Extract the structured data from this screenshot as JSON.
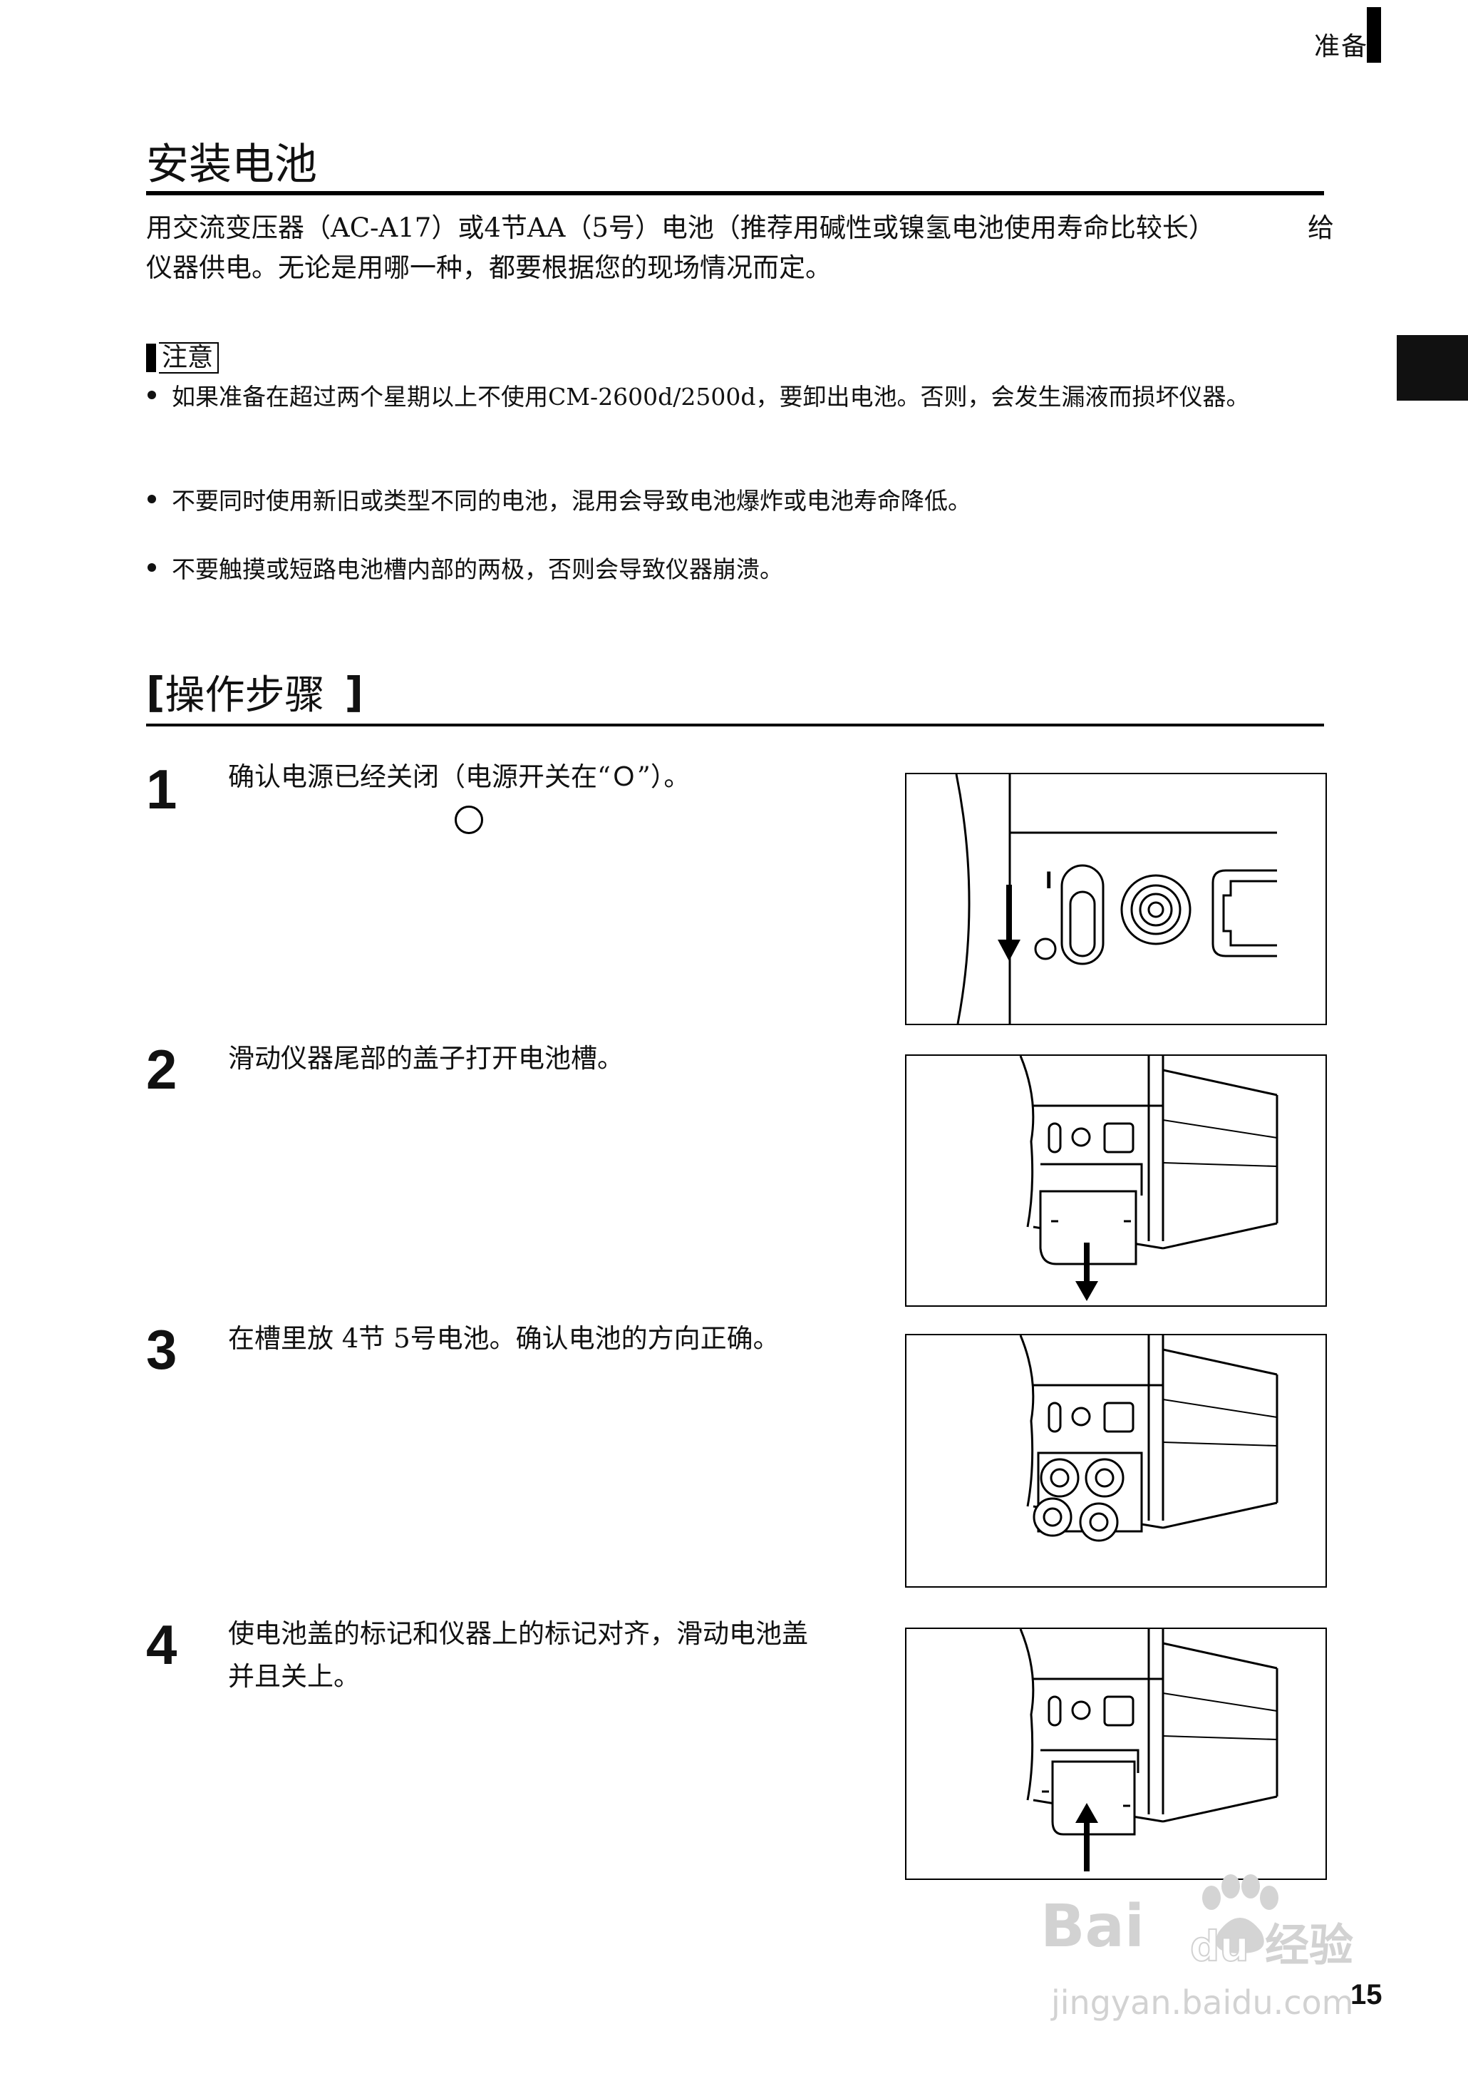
{
  "header": {
    "section_tag": "准备"
  },
  "title": "安装电池",
  "intro": {
    "line1": "用交流变压器（AC-A17）或4节AA（5号）电池（推荐用碱性或镍氢电池使用寿命比较长）",
    "line1_tail": "给",
    "line2": "仪器供电。无论是用哪一种，都要根据您的现场情况而定。"
  },
  "caution": {
    "title": "注意",
    "items": [
      "如果准备在超过两个星期以上不使用CM-2600d/2500d，要卸出电池。否则，会发生漏液而损坏仪器。",
      "不要同时使用新旧或类型不同的电池，混用会导致电池爆炸或电池寿命降低。",
      "不要触摸或短路电池槽内部的两极，否则会导致仪器崩溃。"
    ]
  },
  "procedure": {
    "bracket_open": "[",
    "title": "操作步骤",
    "bracket_close": "]",
    "steps": [
      {
        "number": "1",
        "text": "确认电源已经关闭（电源开关在“Ｏ”）。"
      },
      {
        "number": "2",
        "text": "滑动仪器尾部的盖子打开电池槽。"
      },
      {
        "number": "3",
        "text": "在槽里放 4节 5号电池。确认电池的方向正确。"
      },
      {
        "number": "4",
        "text_line1": "使电池盖的标记和仪器上的标记对齐，滑动电池盖",
        "text_line2": "并且关上。"
      }
    ]
  },
  "figure1": {
    "switch_label": "I"
  },
  "page_number": "15",
  "watermark": {
    "logo": "Bai du 经验",
    "url": "jingyan.baidu.com"
  },
  "colors": {
    "text": "#111111",
    "rule": "#000000",
    "watermark": "#cccccc"
  }
}
